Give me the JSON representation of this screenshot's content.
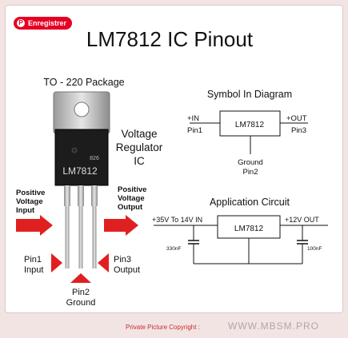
{
  "save_button": {
    "label": "Enregistrer"
  },
  "title": "LM7812 IC Pinout",
  "package": {
    "label": "TO - 220 Package",
    "marking_small": "826",
    "marking": "LM7812",
    "type_line1": "Voltage",
    "type_line2": "Regulator",
    "type_line3": "IC",
    "input_line1": "Positive",
    "input_line2": "Voltage",
    "input_line3": "Input",
    "output_line1": "Positive",
    "output_line2": "Voltage",
    "output_line3": "Output",
    "pin1_line1": "Pin1",
    "pin1_line2": "Input",
    "pin2_line1": "Pin2",
    "pin2_line2": "Ground",
    "pin3_line1": "Pin3",
    "pin3_line2": "Output"
  },
  "symbol": {
    "title": "Symbol In Diagram",
    "in_label": "+IN",
    "pin1": "Pin1",
    "out_label": "+OUT",
    "pin3": "Pin3",
    "chip": "LM7812",
    "ground": "Ground",
    "pin2": "Pin2"
  },
  "application": {
    "title": "Application Circuit",
    "input": "+35V To 14V IN",
    "output": "+12V OUT",
    "chip": "LM7812",
    "cap_in": "330nF",
    "cap_out": "100nF"
  },
  "footer": {
    "label": "Private Picture Copyright :",
    "site": "WWW.MBSM.PRO"
  },
  "colors": {
    "brand": "#e60023",
    "arrow": "#e02020",
    "background": "#f3e4e4"
  }
}
